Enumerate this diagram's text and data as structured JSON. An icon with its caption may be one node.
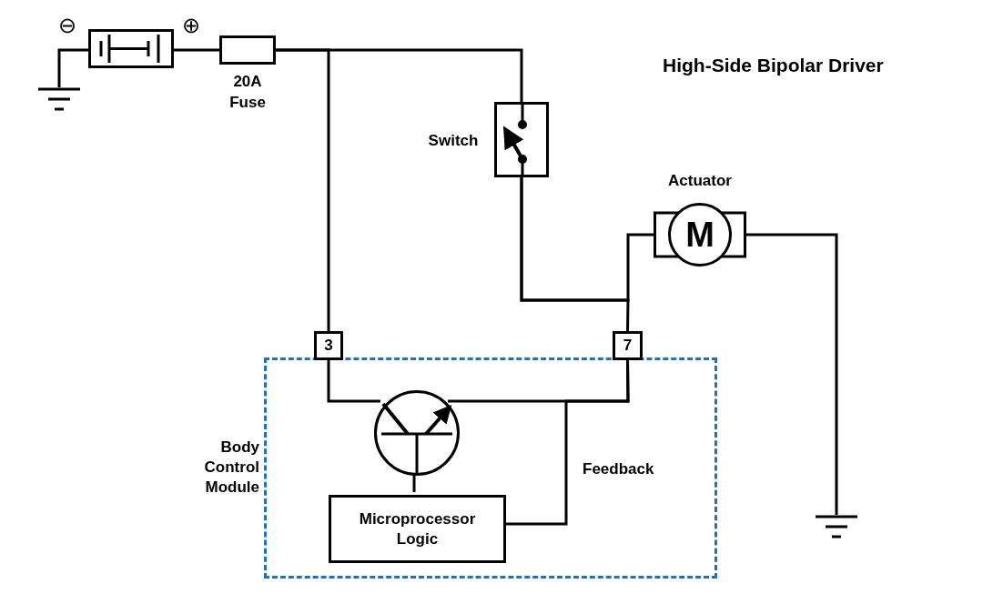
{
  "diagram": {
    "title": "High-Side Bipolar Driver",
    "nodes": [
      {
        "text": [],
        "shape": "ground"
      },
      {
        "text": [],
        "shape": "battery",
        "beside": [
          "⊖",
          "⊕"
        ]
      },
      {
        "text": [],
        "shape": "box",
        "beside": [
          "20A Fuse"
        ]
      },
      {
        "text": [],
        "shape": "switch",
        "beside": [
          "Switch"
        ]
      },
      {
        "text": [
          "M"
        ],
        "beside": [
          "Actuator"
        ]
      },
      {
        "text": [],
        "shape": "ground"
      },
      {
        "text": [
          "Body Control Module"
        ]
      },
      {
        "text": [
          "3"
        ]
      },
      {
        "text": [
          "7"
        ]
      },
      {
        "text": [],
        "shape": "circle",
        "in": 6
      },
      {
        "text": [
          "Microprocessor Logic"
        ],
        "in": 6
      }
    ],
    "edges": [
      {
        "from": 0,
        "to": 1,
        "arrow": "none"
      },
      {
        "from": 1,
        "to": 2,
        "arrow": "none"
      },
      {
        "from": 2,
        "to": 7,
        "arrow": "none"
      },
      {
        "from": 2,
        "to": 3,
        "arrow": "none"
      },
      {
        "from": 3,
        "to": 4,
        "arrow": "none"
      },
      {
        "from": 3,
        "to": 8,
        "arrow": "none"
      },
      {
        "from": 4,
        "to": 5,
        "arrow": "none"
      },
      {
        "from": 7,
        "to": 9,
        "arrow": "none"
      },
      {
        "from": 9,
        "to": 8,
        "arrow": "none"
      },
      {
        "from": 10,
        "to": 9,
        "arrow": "none"
      },
      {
        "from": 8,
        "to": 10,
        "arrow": "none",
        "label": "Feedback"
      }
    ]
  }
}
